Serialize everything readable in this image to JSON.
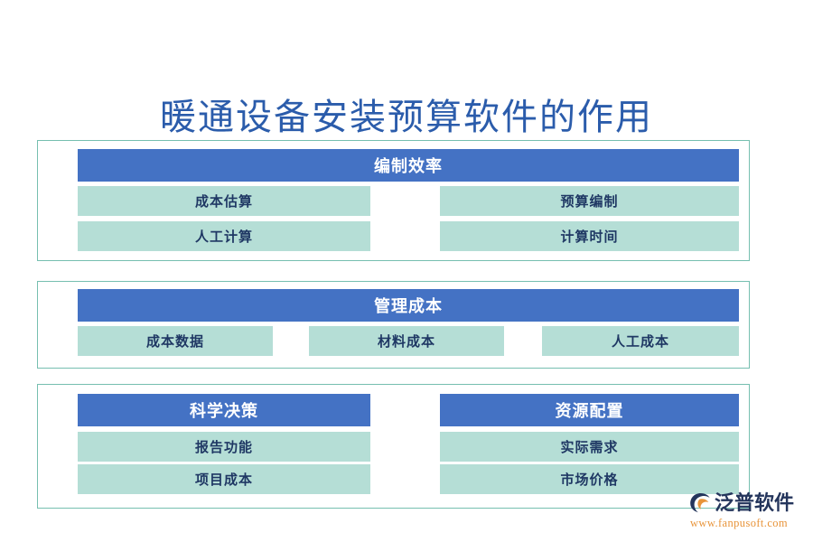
{
  "page_title": "暖通设备安装预算软件的作用",
  "colors": {
    "title_text": "#2B5CAB",
    "header_bar": "#4472C4",
    "header_text": "#FFFFFF",
    "item_box": "#B5DED6",
    "item_text": "#1F3864",
    "frame_border": "#76BFB0",
    "background": "#FFFFFF",
    "logo_text": "#24355C",
    "logo_url": "#E8943A"
  },
  "sections": [
    {
      "id": "section-1",
      "groups": [
        {
          "header": "编制效率",
          "items": [
            "成本估算",
            "预算编制",
            "人工计算",
            "计算时间"
          ]
        }
      ]
    },
    {
      "id": "section-2",
      "groups": [
        {
          "header": "管理成本",
          "items": [
            "成本数据",
            "材料成本",
            "人工成本"
          ]
        }
      ]
    },
    {
      "id": "section-3",
      "groups": [
        {
          "header": "科学决策",
          "items": [
            "报告功能",
            "项目成本"
          ]
        },
        {
          "header": "资源配置",
          "items": [
            "实际需求",
            "市场价格"
          ]
        }
      ]
    }
  ],
  "logo": {
    "icon": "fanpu-swoosh-icon",
    "name": "泛普软件",
    "url": "www.fanpusoft.com"
  }
}
